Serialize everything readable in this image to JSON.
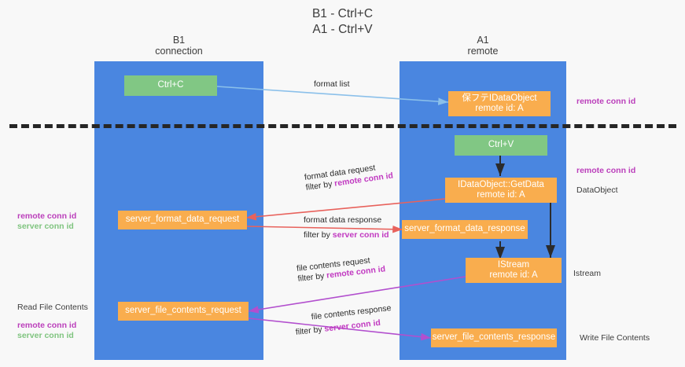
{
  "title": "B1 - Ctrl+C\nA1 - Ctrl+V",
  "lanes": [
    {
      "name": "B1",
      "sub": "connection",
      "label": "B1\nconnection"
    },
    {
      "name": "A1",
      "sub": "remote",
      "label": "A1\nremote"
    }
  ],
  "nodes": {
    "ctrl_c": "Ctrl+C",
    "ctrl_v": "Ctrl+V",
    "idataobject": "保フテIDataObject\nremote id: A",
    "getdata": "IDataObject::GetData\nremote id: A",
    "istream": "IStream\nremote id: A",
    "server_format_data_request": "server_format_data_request",
    "server_format_data_response": "server_format_data_response",
    "server_file_contents_request": "server_file_contents_request",
    "server_file_contents_response": "server_file_contents_response"
  },
  "edges": {
    "format_list": "format list",
    "format_data_request": "format data request",
    "format_data_request_filter_prefix": "filter by ",
    "format_data_request_filter_key": "remote conn id",
    "format_data_response": "format data response",
    "format_data_response_filter_prefix": "filter by ",
    "format_data_response_filter_key": "server conn id",
    "file_contents_request": "file contents request",
    "file_contents_request_filter_prefix": "filter by ",
    "file_contents_request_filter_key": "remote conn id",
    "file_contents_response": "file contents response",
    "file_contents_response_filter_prefix": "filter by ",
    "file_contents_response_filter_key": "server conn id"
  },
  "annotations": {
    "right_remote_conn_id_top": "remote conn id",
    "right_remote_conn_id_mid": "remote conn id",
    "right_dataobject": "DataObject",
    "right_istream": "Istream",
    "right_write_file_contents": "Write File Contents",
    "left_remote_conn_id": "remote conn id",
    "left_server_conn_id": "server conn id",
    "left_read_file_contents": "Read File Contents",
    "left_remote_conn_id_2": "remote conn id",
    "left_server_conn_id_2": "server conn id"
  },
  "colors": {
    "lane": "#4a86e0",
    "node_green": "#81c784",
    "node_orange": "#f9ad4e",
    "purple": "#bb3fbb",
    "green_text": "#7fc47f",
    "arrow_red": "#e8625c",
    "arrow_blue": "#8bc0ea",
    "arrow_magenta": "#b24fce",
    "arrow_dark": "#2b2b2b",
    "background": "#f8f8f8"
  }
}
